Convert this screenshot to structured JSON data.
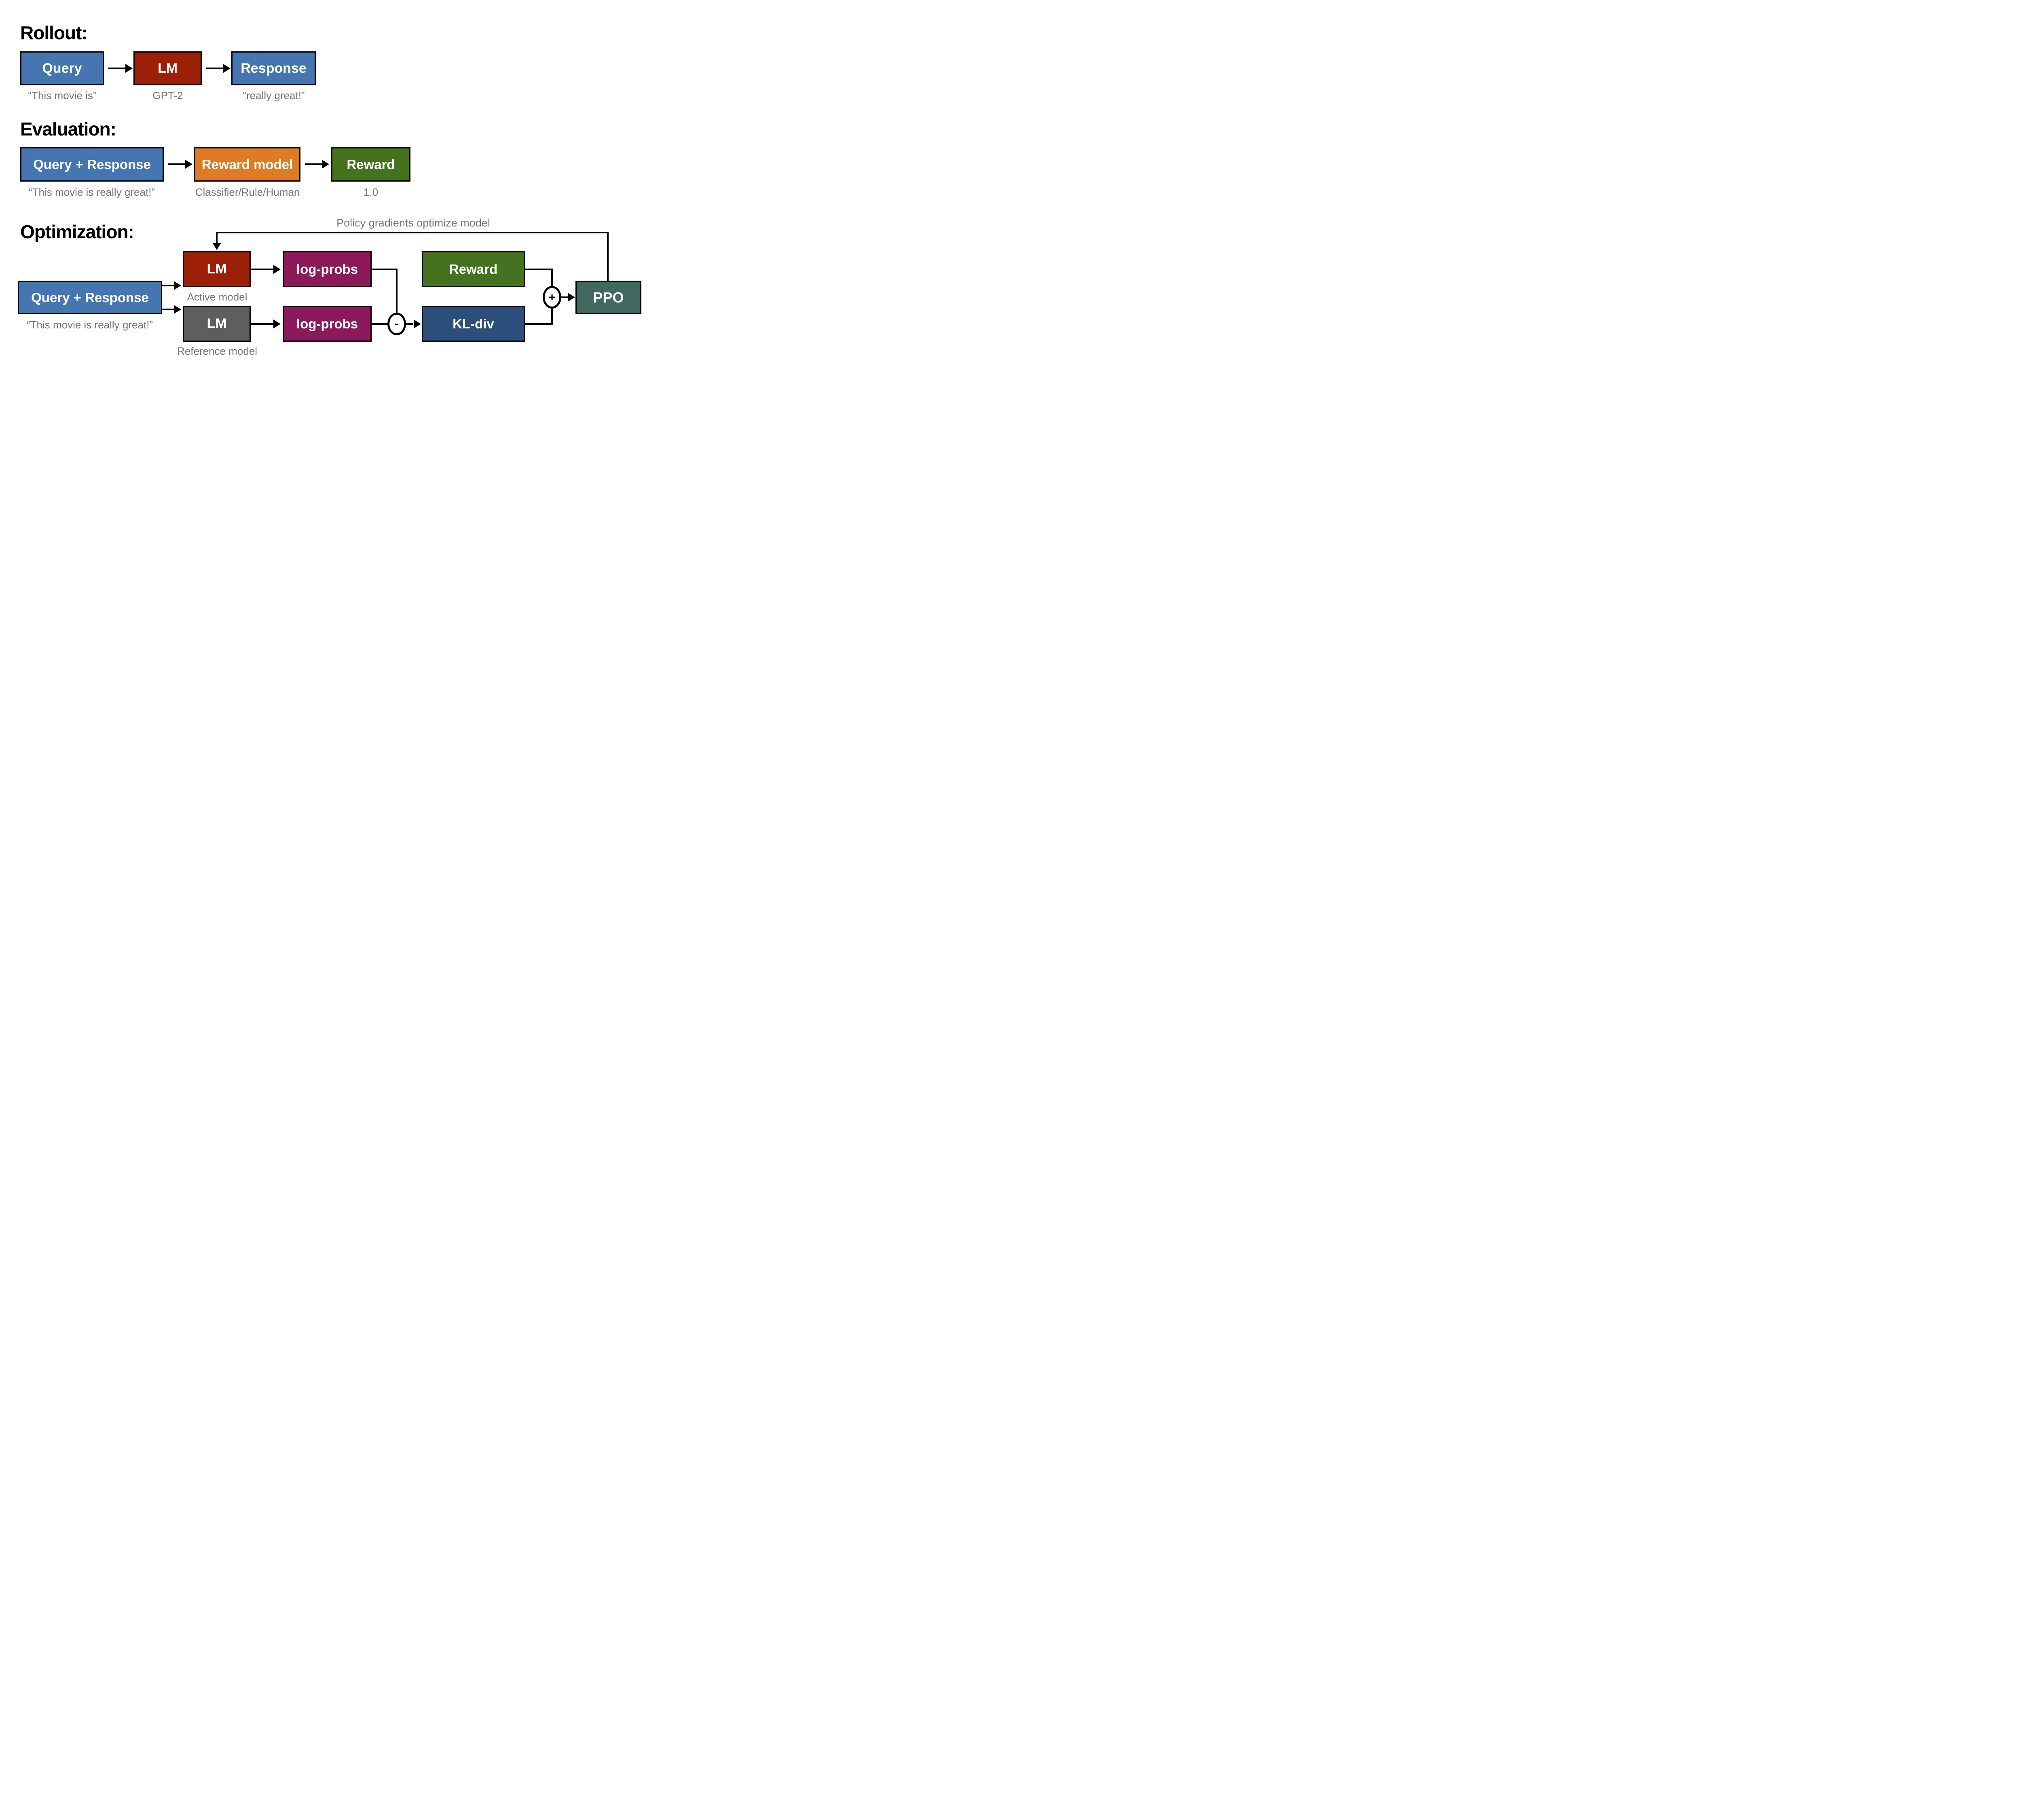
{
  "colors": {
    "blue": "#4576b2",
    "dark_red": "#9b2007",
    "orange": "#dd7c24",
    "green": "#45721f",
    "magenta": "#8c195a",
    "gray": "#5e5e60",
    "navy": "#2c4e7b",
    "teal": "#41695f",
    "caption_gray": "#767676"
  },
  "rollout": {
    "title": "Rollout:",
    "nodes": [
      {
        "label": "Query",
        "caption": "“This movie is”"
      },
      {
        "label": "LM",
        "caption": "GPT-2"
      },
      {
        "label": "Response",
        "caption": "“really great!”"
      }
    ]
  },
  "evaluation": {
    "title": "Evaluation:",
    "nodes": [
      {
        "label": "Query + Response",
        "caption": "“This movie is really great!”"
      },
      {
        "label": "Reward model",
        "caption": "Classifier/Rule/Human"
      },
      {
        "label": "Reward",
        "caption": "1.0"
      }
    ]
  },
  "optimization": {
    "title": "Optimization:",
    "feedback_label": "Policy gradients optimize model",
    "query_response": {
      "label": "Query + Response",
      "caption": "“This movie is really great!”"
    },
    "lm_active": {
      "label": "LM",
      "caption": "Active model"
    },
    "logprobs_active": {
      "label": "log-probs"
    },
    "reward": {
      "label": "Reward"
    },
    "lm_reference": {
      "label": "LM",
      "caption": "Reference model"
    },
    "logprobs_reference": {
      "label": "log-probs"
    },
    "kl_div": {
      "label": "KL-div"
    },
    "ppo": {
      "label": "PPO"
    },
    "minus": "-",
    "plus": "+"
  }
}
